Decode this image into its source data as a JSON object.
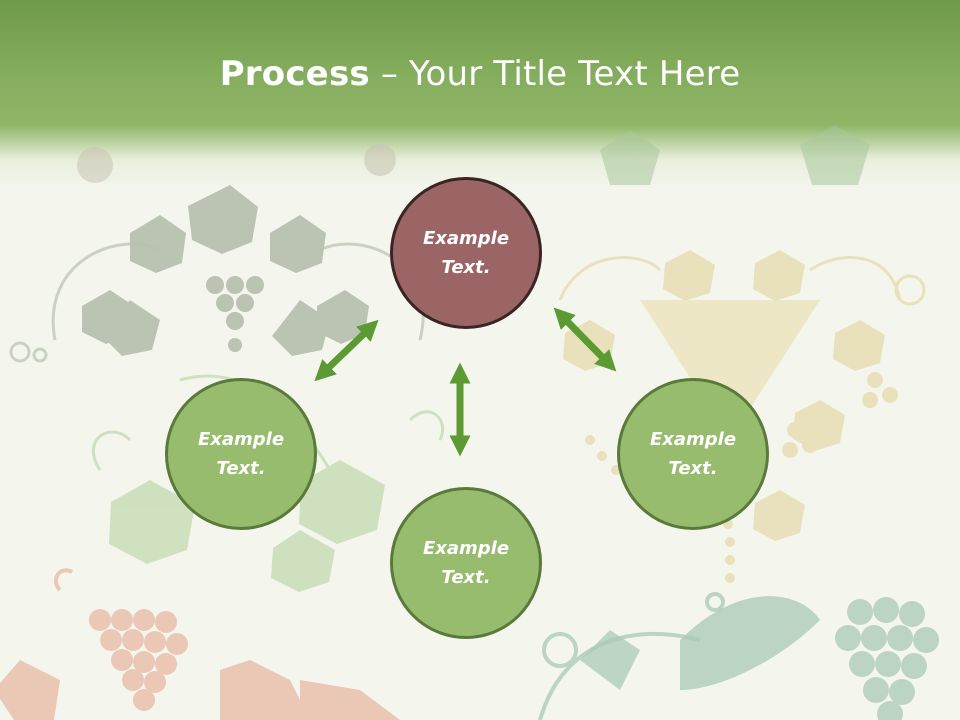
{
  "title": {
    "bold": "Process",
    "rest": " – Your Title Text Here"
  },
  "nodes": [
    {
      "line1": "Example",
      "line2": "Text.",
      "color": "#9b6566"
    },
    {
      "line1": "Example",
      "line2": "Text.",
      "color": "#97bc6d"
    },
    {
      "line1": "Example",
      "line2": "Text.",
      "color": "#97bc6d"
    },
    {
      "line1": "Example",
      "line2": "Text.",
      "color": "#97bc6d"
    }
  ],
  "colors": {
    "header": "#86ae5f",
    "arrow": "#5c9a33",
    "background": "#f4f6ee"
  }
}
